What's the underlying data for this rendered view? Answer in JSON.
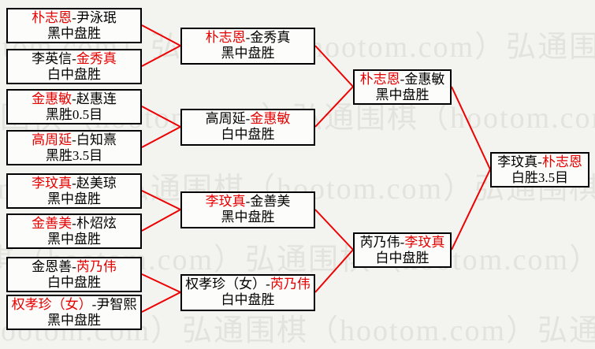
{
  "watermark": {
    "text": "弘通围棋（hootom.com）"
  },
  "sep": "-",
  "colors": {
    "winner_highlight": "#e60000",
    "connector_line": "#ee0000",
    "box_border": "#000000",
    "background": "#f3f3f0",
    "watermark_gray": "#e3e3de"
  },
  "bracket": {
    "round1": [
      {
        "p1": "朴志恩",
        "p2": "尹泳珉",
        "winner": "p1",
        "result": "黑中盘胜"
      },
      {
        "p1": "李英信",
        "p2": "金秀真",
        "winner": "p2",
        "result": "白中盘胜"
      },
      {
        "p1": "金惠敏",
        "p2": "赵惠连",
        "winner": "p1",
        "result": "黑胜0.5目"
      },
      {
        "p1": "高周延",
        "p2": "白知熹",
        "winner": "p1",
        "result": "黑胜3.5目"
      },
      {
        "p1": "李玟真",
        "p2": "赵美琼",
        "winner": "p1",
        "result": "黑中盘胜"
      },
      {
        "p1": "金善美",
        "p2": "朴炤炫",
        "winner": "p1",
        "result": "黑中盘胜"
      },
      {
        "p1": "金恩善",
        "p2": "芮乃伟",
        "winner": "p2",
        "result": "白中盘胜"
      },
      {
        "p1": "权孝珍（女）",
        "p2": "尹智熙",
        "winner": "p1",
        "result": "黑中盘胜"
      }
    ],
    "round2": [
      {
        "p1": "朴志恩",
        "p2": "金秀真",
        "winner": "p1",
        "result": "黑中盘胜"
      },
      {
        "p1": "高周延",
        "p2": "金惠敏",
        "winner": "p2",
        "result": "白中盘胜"
      },
      {
        "p1": "李玟真",
        "p2": "金善美",
        "winner": "p1",
        "result": "黑中盘胜"
      },
      {
        "p1": "权孝珍（女）",
        "p2": "芮乃伟",
        "winner": "p2",
        "result": "白中盘胜"
      }
    ],
    "semifinals": [
      {
        "p1": "朴志恩",
        "p2": "金惠敏",
        "winner": "p1",
        "result": "黑中盘胜"
      },
      {
        "p1": "芮乃伟",
        "p2": "李玟真",
        "winner": "p2",
        "result": "白中盘胜"
      }
    ],
    "final": [
      {
        "p1": "李玟真",
        "p2": "朴志恩",
        "winner": "p2",
        "result": "白胜3.5目"
      }
    ]
  }
}
